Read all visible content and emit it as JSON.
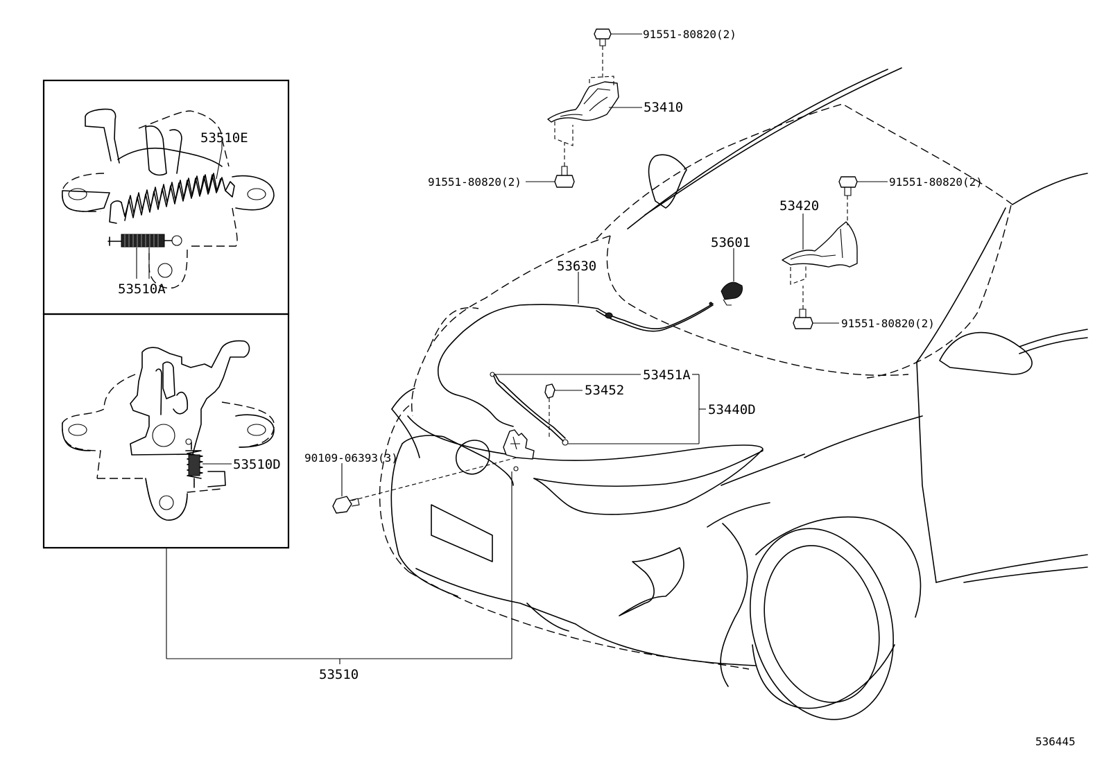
{
  "diagram_id": "536445",
  "callouts": {
    "bolt_53410_top": "91551-80820(2)",
    "hinge_lh": "53410",
    "bolt_53410_bottom": "91551-80820(2)",
    "bolt_53420_top": "91551-80820(2)",
    "hinge_rh": "53420",
    "bolt_53420_bottom": "91551-80820(2)",
    "hood_support_clip": "53601",
    "release_cable": "53630",
    "lock_control_rod": "53451A",
    "rod_clamp": "53452",
    "lock_sub_assembly": "53440D",
    "bolt_hood_lock": "90109-06393(3)",
    "hood_lock_assembly": "53510",
    "spring_e": "53510E",
    "spring_a": "53510A",
    "spring_d": "53510D"
  }
}
